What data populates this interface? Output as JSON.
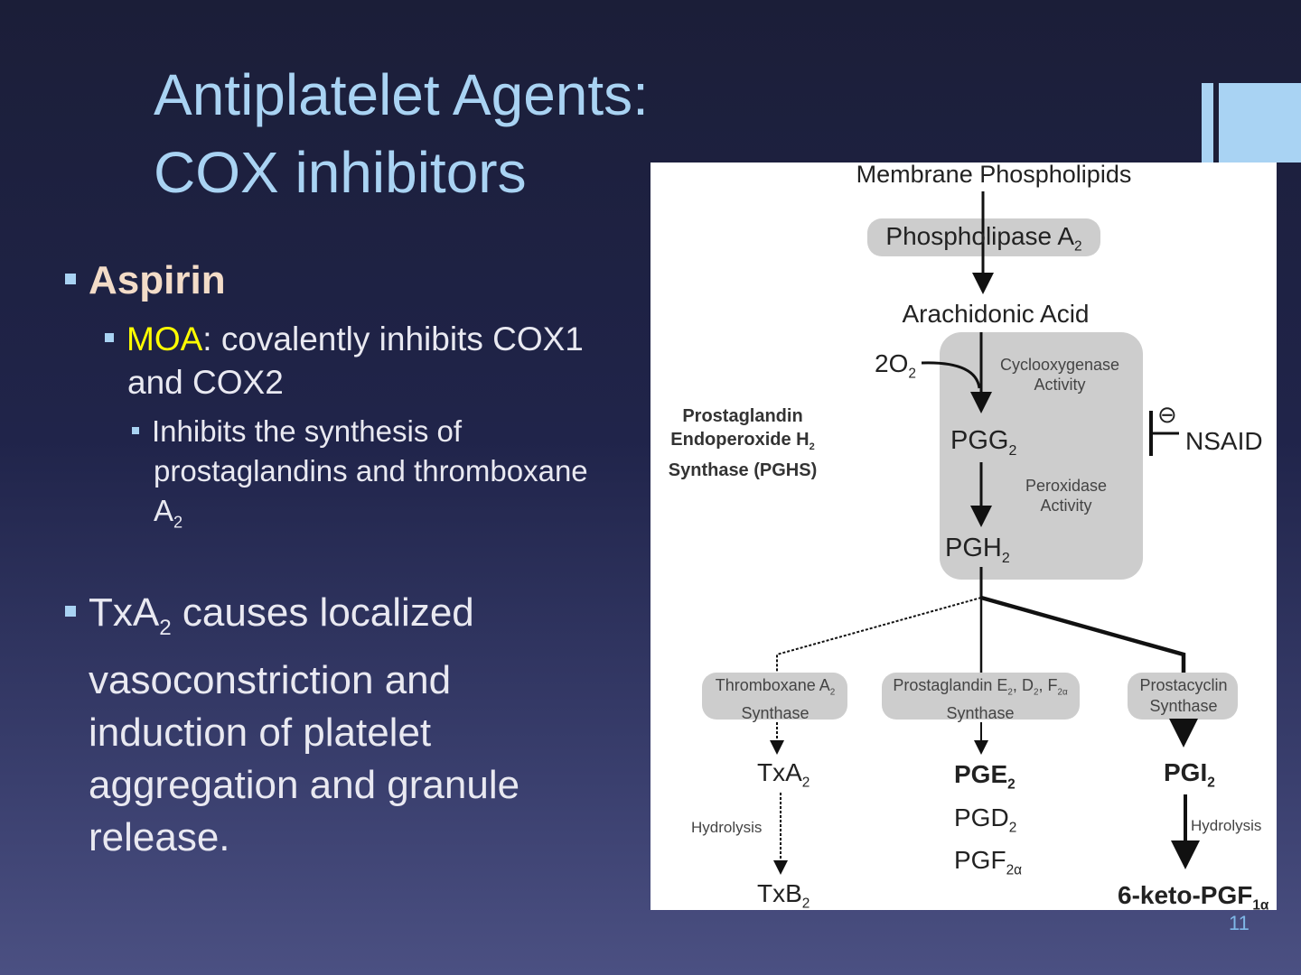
{
  "title": {
    "line1": "Antiplatelet Agents:",
    "line2": "COX inhibitors"
  },
  "bullets": {
    "aspirin": "Aspirin",
    "moa_label": "MOA",
    "moa_text": ": covalently  inhibits COX1",
    "moa_text2": "and COX2",
    "sub_line1": "Inhibits  the synthesis of",
    "sub_line2": "prostaglandins  and thromboxane",
    "sub_line3": "A",
    "sub_line3_sub": "2",
    "txa_main": "TxA",
    "txa_sub": "2",
    "txa_line1": " causes localized",
    "txa_line2": "vasoconstriction  and",
    "txa_line3": "induction  of platelet",
    "txa_line4": "aggregation and granule",
    "txa_line5": "release."
  },
  "diagram": {
    "membrane": "Membrane Phospholipids",
    "pla2": "Phospholipase A",
    "pla2_sub": "2",
    "arachidonic": "Arachidonic Acid",
    "o2": "2O",
    "o2_sub": "2",
    "cox_activity_1": "Cyclooxygenase",
    "cox_activity_2": "Activity",
    "pgg": "PGG",
    "pgg_sub": "2",
    "perox_1": "Peroxidase",
    "perox_2": "Activity",
    "pgh": "PGH",
    "pgh_sub": "2",
    "pghs_1": "Prostaglandin",
    "pghs_2": "Endoperoxide H",
    "pghs_2_sub": "2",
    "pghs_3": "Synthase (PGHS)",
    "nsaid": "NSAID",
    "inhibit_symbol": "⊖",
    "txs_1": "Thromboxane A",
    "txs_1_sub": "2",
    "txs_2": "Synthase",
    "pgs_1": "Prostaglandin E",
    "pgs_1_e": "2",
    "pgs_1_d": "D",
    "pgs_1_d_sub": "2",
    "pgs_1_f": "F",
    "pgs_1_f_sub": "2α",
    "pgs_2": "Synthase",
    "pcs_1": "Prostacyclin",
    "pcs_2": "Synthase",
    "txa": "TxA",
    "txa_sub": "2",
    "pge": "PGE",
    "pge_sub": "2",
    "pgd": "PGD",
    "pgd_sub": "2",
    "pgf": "PGF",
    "pgf_sub": "2α",
    "pgi": "PGI",
    "pgi_sub": "2",
    "hydrolysis_left": "Hydrolysis",
    "hydrolysis_right": "Hydrolysis",
    "txb": "TxB",
    "txb_sub": "2",
    "keto": "6-keto-PGF",
    "keto_sub": "1α"
  },
  "page_number": "11",
  "colors": {
    "title": "#a9d3f3",
    "moa": "#ffff00",
    "aspirin": "#f3dcc8",
    "bullet": "#a9d3f3"
  }
}
